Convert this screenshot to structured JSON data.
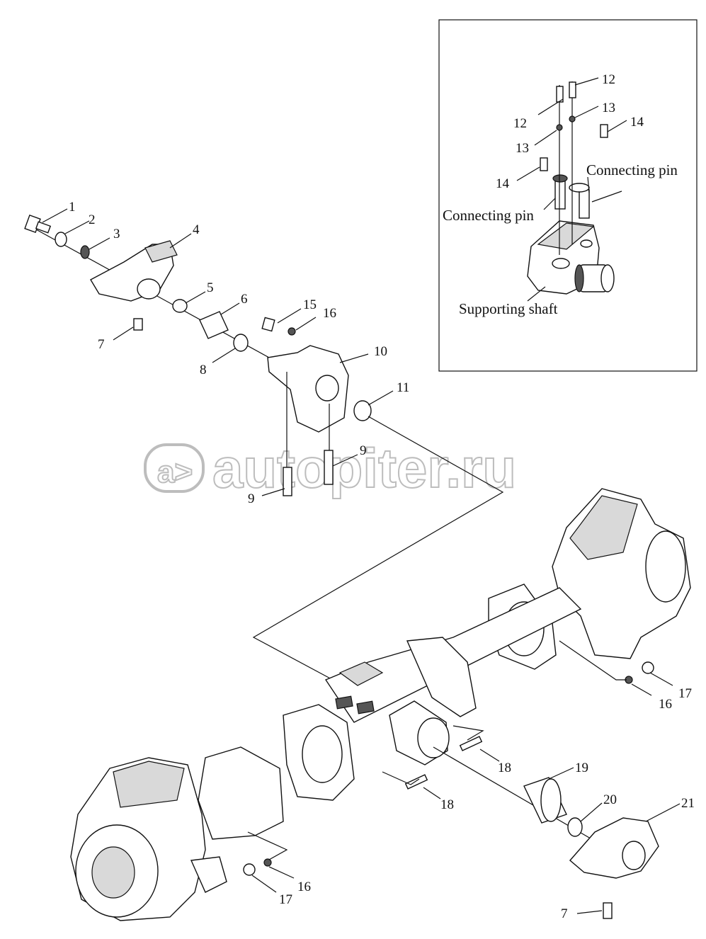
{
  "watermark": {
    "text": "autopiter.ru",
    "logo_glyph": "a>"
  },
  "inset": {
    "labels": {
      "connecting_pin_right": "Connecting pin",
      "connecting_pin_left": "Connecting pin",
      "supporting_shaft": "Supporting shaft"
    }
  },
  "callouts": {
    "c1": "1",
    "c2": "2",
    "c3": "3",
    "c4": "4",
    "c5": "5",
    "c6": "6",
    "c7a": "7",
    "c7b": "7",
    "c8": "8",
    "c9a": "9",
    "c9b": "9",
    "c10": "10",
    "c11": "11",
    "c12a": "12",
    "c12b": "12",
    "c13a": "13",
    "c13b": "13",
    "c14a": "14",
    "c14b": "14",
    "c15": "15",
    "c16a": "16",
    "c16b": "16",
    "c16c": "16",
    "c17a": "17",
    "c17b": "17",
    "c18a": "18",
    "c18b": "18",
    "c19": "19",
    "c20": "20",
    "c21": "21"
  }
}
